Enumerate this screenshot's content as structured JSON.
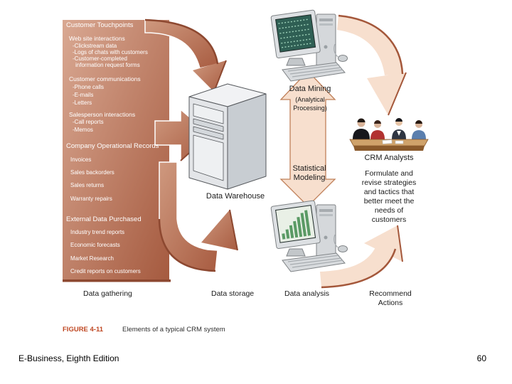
{
  "slide": {
    "footer_left": "E-Business, Eighth Edition",
    "page_number": "60"
  },
  "figure": {
    "caption_label": "FIGURE 4-11",
    "caption_text": "Elements of a typical CRM system"
  },
  "colors": {
    "copper_light": "#d9a892",
    "copper_dark": "#a55a3f",
    "arrow_light": "#cf997f",
    "arrow_dark": "#a85c41",
    "peach": "#f7dfce",
    "peach_edge": "#a4573a",
    "shadow_edge": "#8d4830",
    "caption_label": "#bf4722"
  },
  "diagram": {
    "sources": {
      "touchpoints_title": "Customer Touchpoints",
      "web_head": "Web site interactions",
      "web_items": [
        "-Clickstream data",
        "-Logs of chats with customers",
        "-Customer-completed",
        "information request forms"
      ],
      "comm_head": "Customer communications",
      "comm_items": [
        "-Phone calls",
        "-E-mails",
        "-Letters"
      ],
      "sales_head": "Salesperson interactions",
      "sales_items": [
        "-Call reports",
        "-Memos"
      ],
      "records_title": "Company Operational Records",
      "records_items": [
        "Invoices",
        "Sales backorders",
        "Sales returns",
        "Warranty repairs"
      ],
      "external_title": "External Data Purchased",
      "external_items": [
        "Industry trend reports",
        "Economic forecasts",
        "Market Research",
        "Credit reports on customers"
      ]
    },
    "center": {
      "warehouse_label": "Data Warehouse",
      "mining_label": "Data Mining",
      "mining_sub1": "(Analytical",
      "mining_sub2": "Processing)",
      "stat_line1": "Statistical",
      "stat_line2": "Modeling"
    },
    "right": {
      "analysts_label": "CRM Analysts",
      "outcome_lines": [
        "Formulate and",
        "revise strategies",
        "and tactics that",
        "better meet the",
        "needs of",
        "customers"
      ]
    },
    "stages": {
      "gathering": "Data gathering",
      "storage": "Data storage",
      "analysis": "Data analysis",
      "recommend_line1": "Recommend",
      "recommend_line2": "Actions"
    }
  }
}
